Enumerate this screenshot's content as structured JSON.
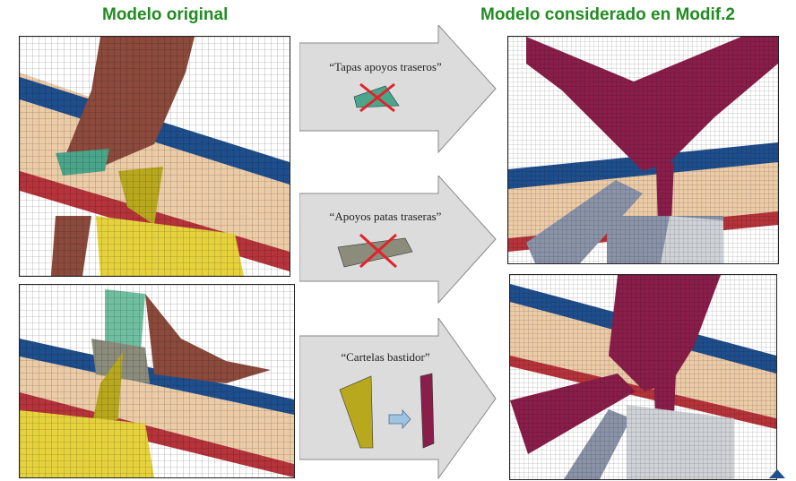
{
  "headings": {
    "left": "Modelo original",
    "right": "Modelo considerado en Modif.2"
  },
  "steps": [
    {
      "caption": "“Tapas  apoyos traseros”",
      "icon": "removed-part-cross-icon"
    },
    {
      "caption": "“Apoyos patas traseras”",
      "icon": "removed-part-cross-icon"
    },
    {
      "caption": "“Cartelas bastidor”",
      "icon": "replace-part-arrow-icon"
    }
  ],
  "colors": {
    "heading": "#228b22",
    "beam_blue": "#1f4e8c",
    "beam_tan": "#eccba7",
    "beam_red": "#b5333a",
    "brown_part": "#8b4a3c",
    "teal_part": "#4aa58a",
    "olive_part": "#b8a81e",
    "yellow_part": "#e6d23c",
    "maroon_part": "#8a1e4a",
    "grey_part": "#8a93a8",
    "arrow_fill": "#dcdcdc",
    "cross_red": "#e0242a"
  }
}
